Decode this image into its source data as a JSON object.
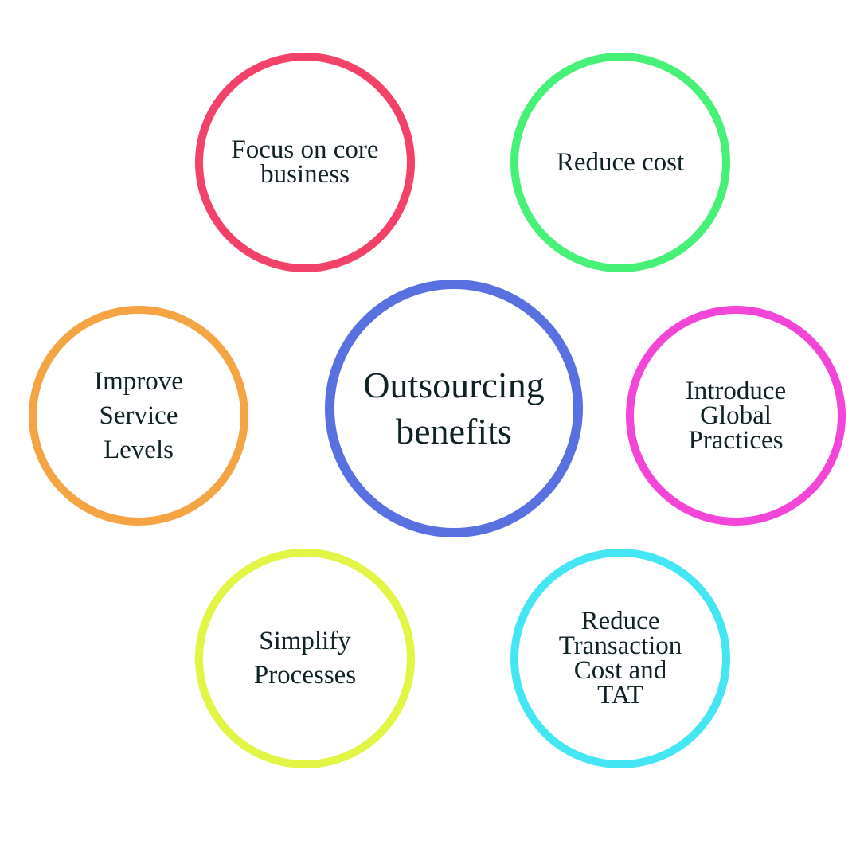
{
  "diagram": {
    "type": "hub-and-spoke",
    "center": {
      "label": "Outsourcing\nbenefits",
      "color": "#5870e0"
    },
    "benefits": [
      {
        "id": "focus",
        "label": "Focus on core\nbusiness",
        "color": "#f2426a"
      },
      {
        "id": "reduce",
        "label": "Reduce cost",
        "color": "#47f077"
      },
      {
        "id": "improve",
        "label": "Improve\nService\nLevels",
        "color": "#f4a443"
      },
      {
        "id": "introduce",
        "label": "Introduce\nGlobal\nPractices",
        "color": "#f345d8"
      },
      {
        "id": "simplify",
        "label": "Simplify\nProcesses",
        "color": "#e2f444"
      },
      {
        "id": "tat",
        "label": "Reduce\nTransaction\nCost and\nTAT",
        "color": "#44e6f3"
      }
    ]
  }
}
